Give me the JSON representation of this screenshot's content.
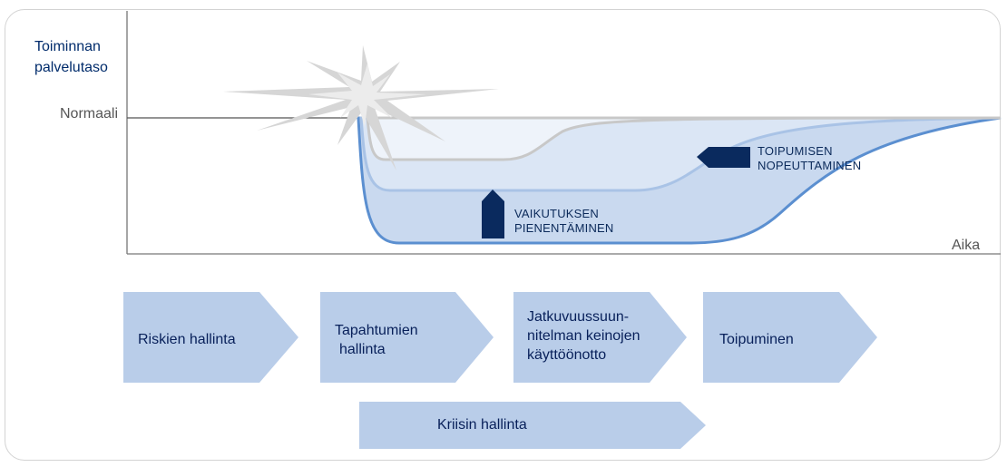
{
  "y_axis": {
    "label_line1": "Toiminnan",
    "label_line2": "palvelutaso",
    "normal_label": "Normaali"
  },
  "x_axis": {
    "label": "Aika"
  },
  "annotations": {
    "impact": {
      "line1": "VAIKUTUKSEN",
      "line2": "PIENENTÄMINEN"
    },
    "recovery": {
      "line1": "TOIPUMISEN",
      "line2": "NOPEUTTAMINEN"
    }
  },
  "process": {
    "steps": [
      {
        "line1": "Riskien hallinta"
      },
      {
        "line1": "Tapahtumien",
        "line2": "hallinta"
      },
      {
        "line1": "Jatkuvuussuun-",
        "line2": "nitelman keinojen",
        "line3": "käyttöönotto"
      },
      {
        "line1": "Toipuminen"
      }
    ],
    "crisis": "Kriisin hallinta"
  },
  "colors": {
    "curve_dark": "#5b8fd0",
    "curve_fill": "#dce6f4",
    "marker": "#0a2a5e",
    "chevron": "#b9cde9"
  }
}
